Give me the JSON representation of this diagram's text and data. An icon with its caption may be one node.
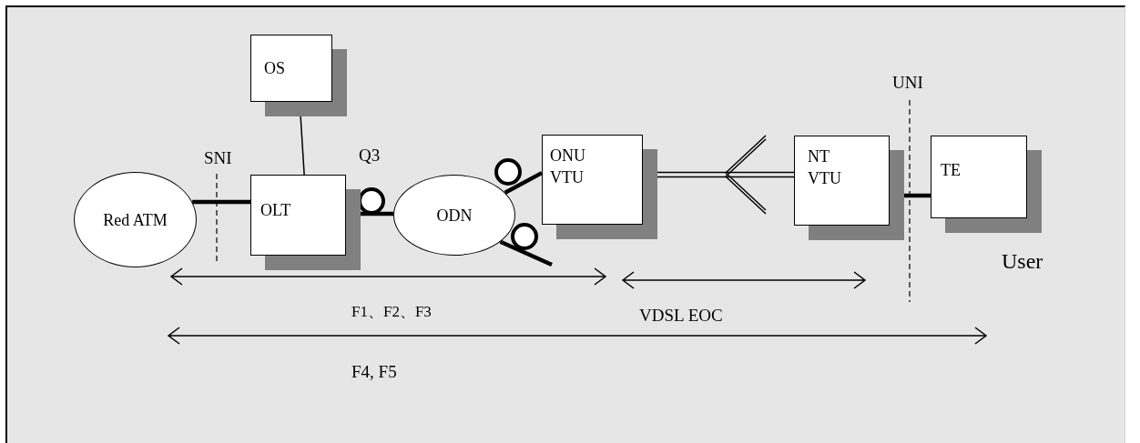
{
  "diagram": {
    "nodes": [
      {
        "text": [
          "OS"
        ]
      },
      {
        "text": [
          "Red ATM"
        ]
      },
      {
        "text": [
          "OLT"
        ]
      },
      {
        "text": [
          "ODN"
        ]
      },
      {
        "text": [
          "ONU VTU"
        ]
      },
      {
        "text": [
          "NT VTU"
        ]
      },
      {
        "text": [
          "TE"
        ]
      }
    ],
    "edges": [
      {
        "from": 0,
        "to": 2,
        "arrow": "none"
      },
      {
        "from": 1,
        "to": 2,
        "arrow": "none"
      },
      {
        "from": 2,
        "to": 3,
        "arrow": "none"
      },
      {
        "from": 3,
        "to": 4,
        "arrow": "none"
      },
      {
        "from": 3,
        "to": null,
        "arrow": "none"
      },
      {
        "from": 4,
        "to": 5,
        "arrow": "none"
      },
      {
        "from": 5,
        "to": 6,
        "arrow": "none"
      }
    ],
    "labels": [
      "UNI",
      "SNI",
      "Q3",
      "User",
      "F1、F2、F3",
      "VDSL EOC",
      "F4, F5"
    ]
  }
}
